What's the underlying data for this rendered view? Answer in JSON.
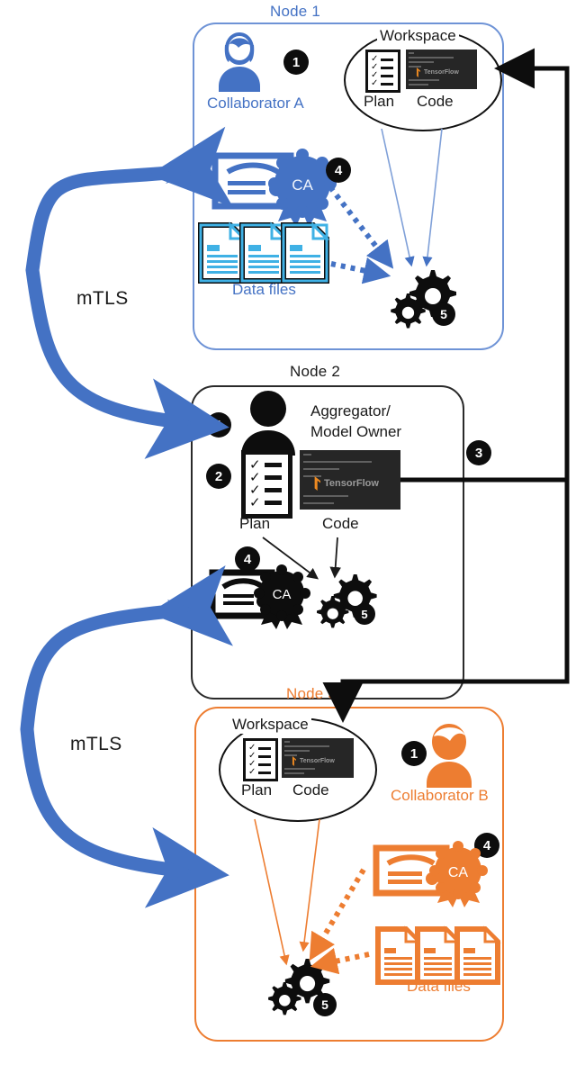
{
  "figure": {
    "kind": "federated-learning-architecture-diagram",
    "background": "#ffffff"
  },
  "colors": {
    "blue": "#4472C4",
    "blue_light": "#6E93D6",
    "orange": "#ED7D31",
    "black": "#0d0d0d",
    "code_bg": "#262626",
    "tensorflow_orange": "#EE8A21"
  },
  "nodes": [
    {
      "id": "node1",
      "title": "Node 1",
      "accent": "#4472C4",
      "actor_label": "Collaborator A",
      "actor_badge": "1",
      "workspace_label": "Workspace",
      "plan_label": "Plan",
      "code_label": "Code",
      "code_app": "TensorFlow",
      "ca_label": "CA",
      "ca_badge": "4",
      "data_files_label": "Data files",
      "gears_badge": "5"
    },
    {
      "id": "node2",
      "title": "Node 2",
      "accent": "#0d0d0d",
      "actor_label_line1": "Aggregator/",
      "actor_label_line2": "Model Owner",
      "actor_badge": "1",
      "plan_badge": "2",
      "plan_label": "Plan",
      "code_label": "Code",
      "code_app": "TensorFlow",
      "ca_label": "CA",
      "ca_badge": "4",
      "gears_badge": "5",
      "outbound_badge": "3"
    },
    {
      "id": "node3",
      "title": "Node 3",
      "accent": "#ED7D31",
      "actor_label": "Collaborator B",
      "actor_badge": "1",
      "workspace_label": "Workspace",
      "plan_label": "Plan",
      "code_label": "Code",
      "code_app": "TensorFlow",
      "ca_label": "CA",
      "ca_badge": "4",
      "data_files_label": "Data files",
      "gears_badge": "5"
    }
  ],
  "connections": {
    "mtls_top_label": "mTLS",
    "mtls_bottom_label": "mTLS",
    "distribution_badge": "3"
  }
}
